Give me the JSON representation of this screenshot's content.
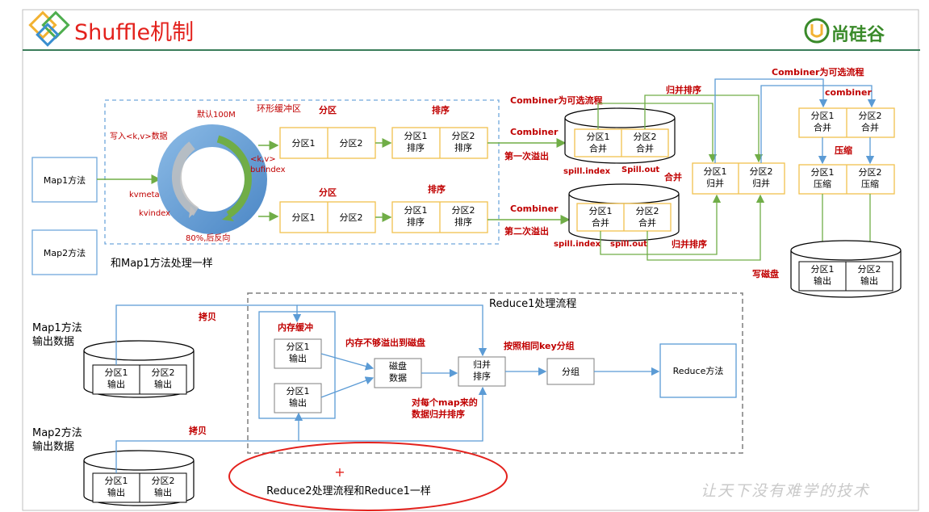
{
  "header": {
    "title": "Shuffle机制",
    "brand": "尚硅谷"
  },
  "footer": {
    "slogan": "让天下没有难学的技术"
  },
  "map": {
    "map1_method": "Map1方法",
    "map2_method": "Map2方法",
    "write_kv": "写入<k,v>数据",
    "default_100m": "默认100M",
    "ring_buffer": "环形缓冲区",
    "kv_bufindex": "<k,v>\nbufindex",
    "kvmeta": "kvmeta",
    "kvindex": "kvindex",
    "eighty_reverse": "80%,后反向",
    "same_as_map1": "和Map1方法处理一样",
    "partition": "分区",
    "sort": "排序",
    "p1": "分区1",
    "p2": "分区2",
    "p1_sorted": "分区1\n排序",
    "p2_sorted": "分区2\n排序",
    "combiner": "Combiner",
    "combiner_optional": "Combiner为可选流程",
    "first_spill": "第一次溢出",
    "second_spill": "第二次溢出",
    "p1_merge": "分区1\n合并",
    "p2_merge": "分区2\n合并",
    "spill_index": "spill.index",
    "spill_out_cap": "Spill.out",
    "spill_out": "spill.out",
    "merge": "合并",
    "merge_sort": "归并排序",
    "p1_merged": "分区1\n归并",
    "p2_merged": "分区2\n归并",
    "combiner_lower": "combiner",
    "combiner_optional_flow": "Combiner为可选流程",
    "compress": "压缩",
    "p1_compress": "分区1\n压缩",
    "p2_compress": "分区2\n压缩",
    "write_disk": "写磁盘",
    "p1_output": "分区1\n输出",
    "p2_output": "分区2\n输出"
  },
  "reduce": {
    "map1_output_data": "Map1方法\n输出数据",
    "map2_output_data": "Map2方法\n输出数据",
    "copy": "拷贝",
    "reduce1_flow": "Reduce1处理流程",
    "memory_buffer": "内存缓冲",
    "memory_overflow": "内存不够溢出到磁盘",
    "p1_output": "分区1\n输出",
    "p2_output": "分区2\n输出",
    "disk_data": "磁盘\n数据",
    "merge_sort": "归并\n排序",
    "group_by_key": "按照相同key分组",
    "group": "分组",
    "reduce_method": "Reduce方法",
    "per_map_merge": "对每个map来的\n数据归并排序",
    "plus": "+",
    "reduce2_note": "Reduce2处理流程和Reduce1一样"
  },
  "colors": {
    "red": "#e3211c",
    "blue": "#6fa8dc",
    "green": "#70ad47",
    "yellow": "#f2c14e",
    "gray": "#7f7f7f"
  }
}
